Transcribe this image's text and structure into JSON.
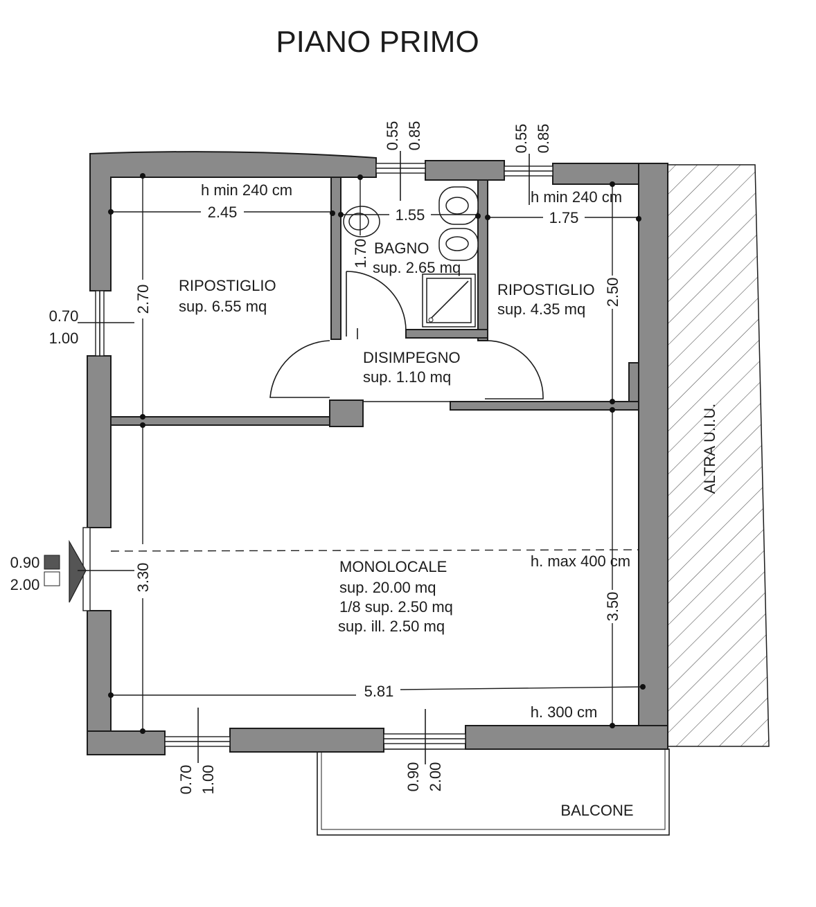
{
  "title": "PIANO PRIMO",
  "rooms": {
    "ripostiglio_left": {
      "name": "RIPOSTIGLIO",
      "area": "sup. 6.55 mq"
    },
    "bagno": {
      "name": "BAGNO",
      "area": "sup. 2.65 mq"
    },
    "ripostiglio_right": {
      "name": "RIPOSTIGLIO",
      "area": "sup. 4.35 mq"
    },
    "disimpegno": {
      "name": "DISIMPEGNO",
      "area": "sup. 1.10 mq"
    },
    "monolocale": {
      "name": "MONOLOCALE",
      "area": "sup. 20.00 mq",
      "ratio": "1/8 sup. 2.50 mq",
      "illum": "sup. ill. 2.50 mq"
    },
    "balcone": {
      "name": "BALCONE"
    },
    "altra": {
      "name": "ALTRA U.I.U."
    }
  },
  "heights": {
    "left": "h min 240 cm",
    "right": "h min 240 cm",
    "max": "h. max 400 cm",
    "bottom": "h. 300 cm"
  },
  "dimensions": {
    "w_left": "2.45",
    "w_bagno": "1.55",
    "w_right": "1.75",
    "h_left": "2.70",
    "h_bagno": "1.70",
    "h_right": "2.50",
    "h_mono_left": "3.30",
    "h_mono_right": "3.50",
    "w_total": "5.81"
  },
  "windows": {
    "top1": {
      "w": "0.55",
      "h": "0.85"
    },
    "top2": {
      "w": "0.55",
      "h": "0.85"
    },
    "left": {
      "w": "0.70",
      "h": "1.00"
    },
    "door": {
      "w": "0.90",
      "h": "2.00"
    },
    "bottom1": {
      "w": "0.70",
      "h": "1.00"
    },
    "bottom2": {
      "w": "0.90",
      "h": "2.00"
    }
  }
}
